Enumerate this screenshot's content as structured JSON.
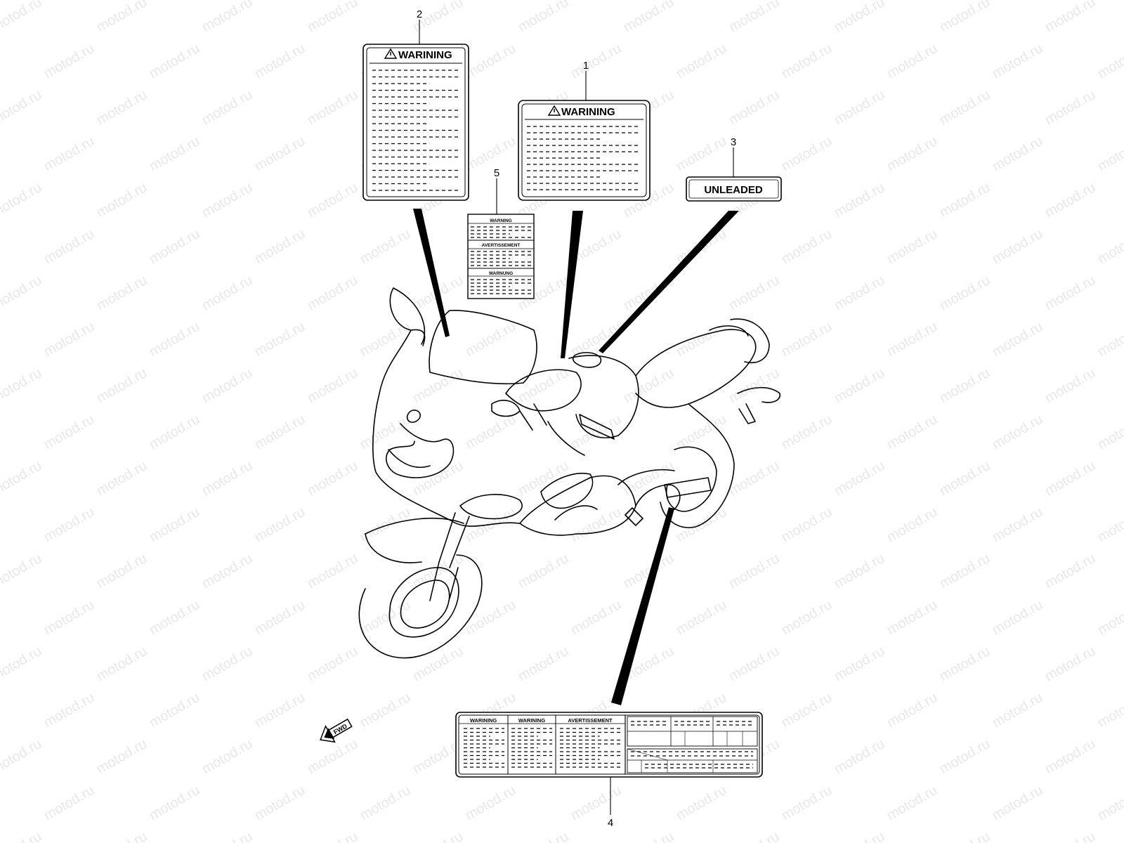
{
  "watermark_text": "motod.ru",
  "callouts": {
    "c1": "1",
    "c2": "2",
    "c3": "3",
    "c4": "4",
    "c5": "5"
  },
  "labels": {
    "label1_title": "WARINING",
    "label2_title": "WARINING",
    "label3_text": "UNLEADED",
    "label4_head_a": "WARINING",
    "label4_head_b": "WARINING",
    "label4_head_c": "AVERTISSEMENT",
    "label5_head_a": "WARNING",
    "label5_head_b": "AVERTISSEMENT",
    "label5_head_c": "WARNUNG"
  },
  "direction_arrow_text": "FWD",
  "icons": [
    "warning-triangle-icon",
    "fwd-arrow-icon"
  ]
}
